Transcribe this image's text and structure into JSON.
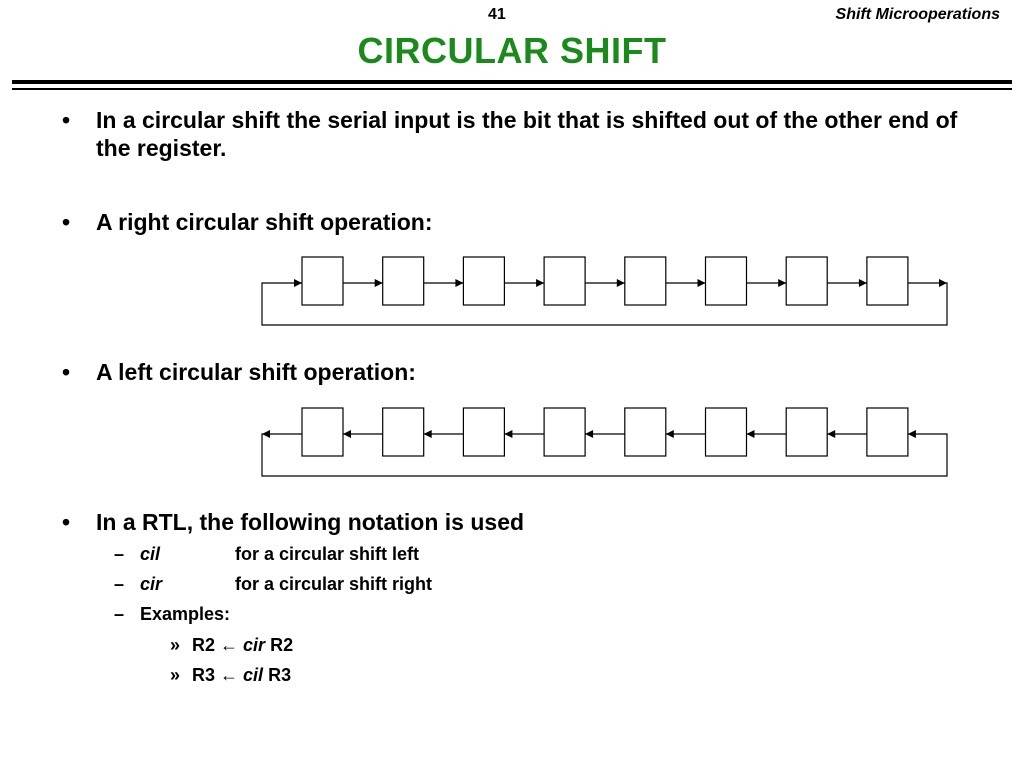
{
  "header": {
    "page_number": "41",
    "section": "Shift Microoperations",
    "title": "CIRCULAR SHIFT"
  },
  "bullets": [
    "In a circular shift the serial input is the bit that is shifted out of the other end of the register.",
    "A right circular shift operation:",
    "A left circular shift operation:",
    "In a RTL, the following notation is used"
  ],
  "bullet_mark": "•",
  "notation": {
    "dash": "–",
    "items": [
      {
        "term": "cil",
        "description": "for a circular shift left"
      },
      {
        "term": "cir",
        "description": "for a circular shift right"
      }
    ],
    "examples_label": "Examples:",
    "example_mark": "»",
    "examples": [
      {
        "dest": "R2",
        "arrow": "←",
        "op": "cir",
        "src": "R2"
      },
      {
        "dest": "R3",
        "arrow": "←",
        "op": "cil",
        "src": "R3"
      }
    ]
  },
  "diagrams": {
    "register_cells": 8,
    "right_shift": {
      "direction": "right"
    },
    "left_shift": {
      "direction": "left"
    }
  },
  "colors": {
    "title": "#1a8a1a",
    "text": "#000000"
  }
}
